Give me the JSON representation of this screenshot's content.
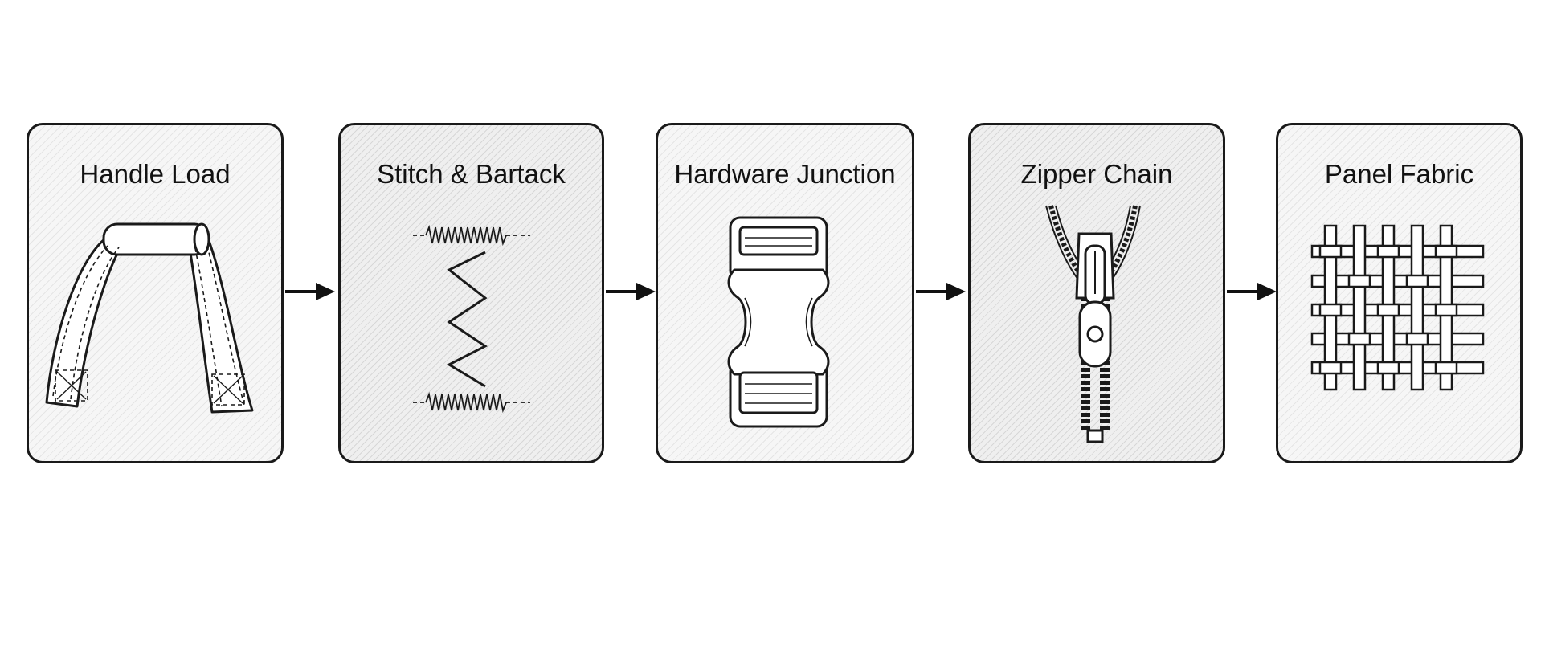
{
  "stages": [
    {
      "title": "Handle Load",
      "icon": "handle-strap-icon"
    },
    {
      "title": "Stitch & Bartack",
      "icon": "zigzag-stitch-icon"
    },
    {
      "title": "Hardware Junction",
      "icon": "side-release-buckle-icon"
    },
    {
      "title": "Zipper Chain",
      "icon": "zipper-icon"
    },
    {
      "title": "Panel Fabric",
      "icon": "woven-fabric-icon"
    }
  ],
  "colors": {
    "stroke": "#1a1a1a",
    "panel_fill": "#f6f6f6",
    "background": "#ffffff"
  }
}
